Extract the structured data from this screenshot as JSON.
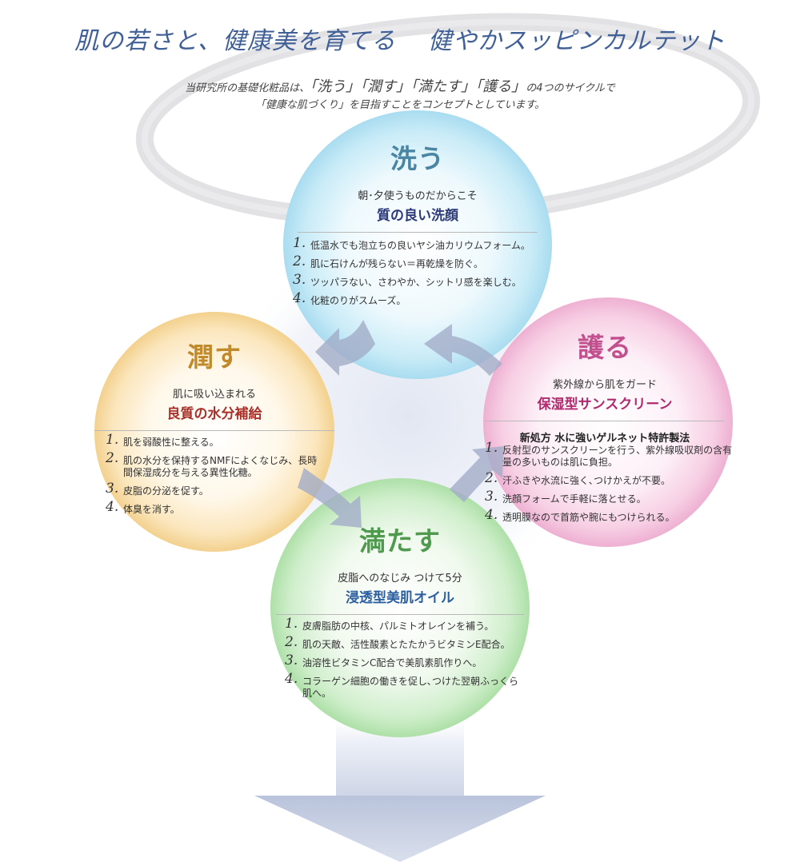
{
  "header": {
    "title_left": "肌の若さと、健康美を育てる",
    "title_right": "健やかスッピンカルテット"
  },
  "intro": {
    "line1_pre": "当研究所の基礎化粧品は、",
    "cycle1": "「洗う」",
    "cycle2": "「潤す」",
    "cycle3": "「満たす」",
    "cycle4": "「護る」",
    "line1_post": "の4つのサイクルで",
    "line2": "「健康な肌づくり」を目指すことをコンセプトとしています。"
  },
  "wash": {
    "title": "洗う",
    "sub": "朝･夕使うものだからこそ",
    "head": "質の良い洗顔",
    "items": [
      {
        "num": "1.",
        "text": "低温水でも泡立ちの良いヤシ油カリウムフォーム。"
      },
      {
        "num": "2.",
        "text": "肌に石けんが残らない＝再乾燥を防ぐ。"
      },
      {
        "num": "3.",
        "text": "ツッパラない、さわやか、シットリ感を楽しむ。"
      },
      {
        "num": "4.",
        "text": "化粧のりがスムーズ。"
      }
    ]
  },
  "moisten": {
    "title": "潤す",
    "sub": "肌に吸い込まれる",
    "head": "良質の水分補給",
    "items": [
      {
        "num": "1.",
        "text": "肌を弱酸性に整える。"
      },
      {
        "num": "2.",
        "text": "肌の水分を保持するNMFによくなじみ、長時間保湿成分を与える異性化糖。"
      },
      {
        "num": "3.",
        "text": "皮脂の分泌を促す。"
      },
      {
        "num": "4.",
        "text": "体臭を消す。"
      }
    ]
  },
  "protect": {
    "title": "護る",
    "sub": "紫外線から肌をガード",
    "head": "保湿型サンスクリーン",
    "note": "新処方 水に強いゲルネット特許製法",
    "items": [
      {
        "num": "1.",
        "text": "反射型のサンスクリーンを行う、紫外線吸収剤の含有量の多いものは肌に負担。"
      },
      {
        "num": "2.",
        "text": "汗ふきや水流に強く､つけかえが不要。"
      },
      {
        "num": "3.",
        "text": "洗顔フォームで手軽に落とせる。"
      },
      {
        "num": "4.",
        "text": "透明膜なので首筋や腕にもつけられる。"
      }
    ]
  },
  "fill": {
    "title": "満たす",
    "sub": "皮脂へのなじみ つけて5分",
    "head": "浸透型美肌オイル",
    "items": [
      {
        "num": "1.",
        "text": "皮膚脂肪の中核、パルミトオレインを補う。"
      },
      {
        "num": "2.",
        "text": "肌の天敵、活性酸素とたたかうビタミンE配合。"
      },
      {
        "num": "3.",
        "text": "油溶性ビタミンC配合で美肌素肌作りへ。"
      },
      {
        "num": "4.",
        "text": "コラーゲン細胞の働きを促し､つけた翌朝ふっくら肌へ。"
      }
    ]
  },
  "colors": {
    "title": "#3f5f96",
    "wash": "#4a86a3",
    "moisten": "#c08a2a",
    "protect": "#c2508f",
    "fill": "#4f9a4f",
    "wash_head": "#2c3a7a",
    "moisten_head": "#a8322a",
    "protect_head": "#b02a6e",
    "fill_head": "#2c5fa0",
    "arrow": "#9aa6c2"
  }
}
